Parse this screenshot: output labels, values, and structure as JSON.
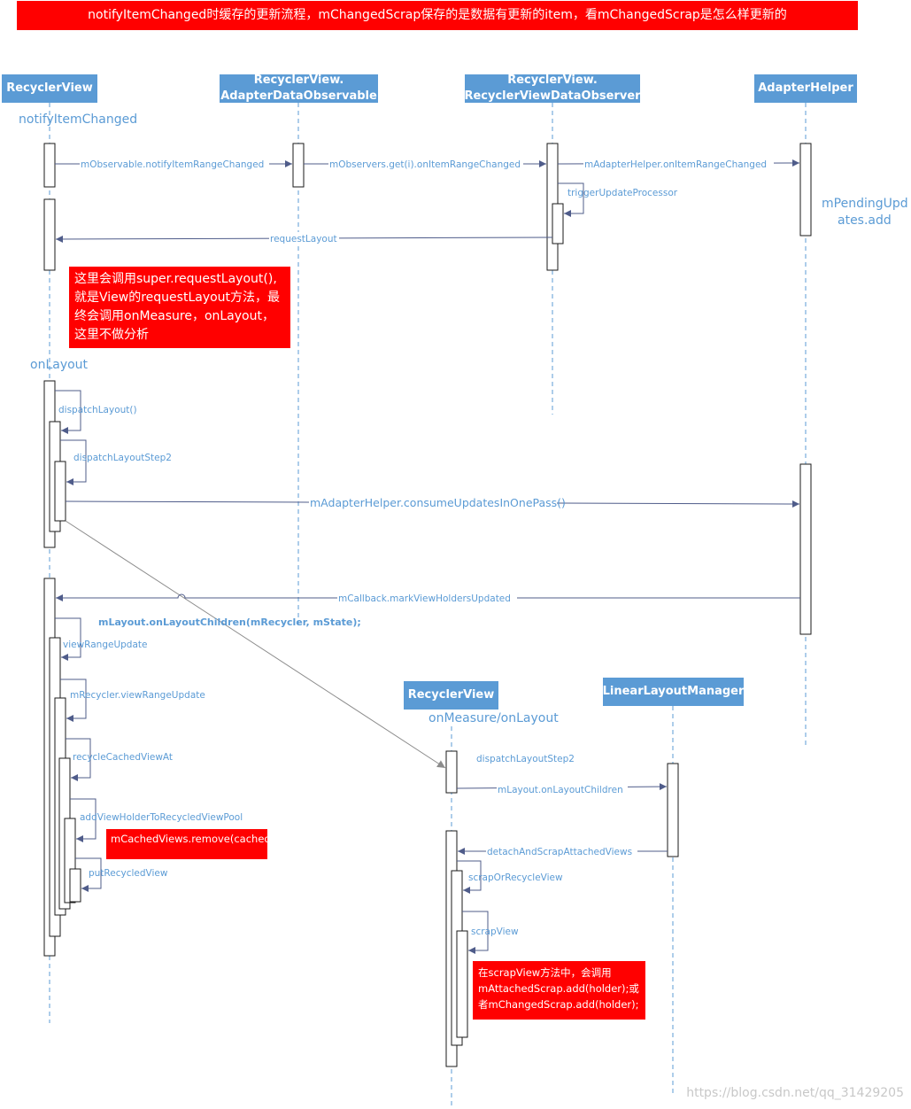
{
  "title": "notifyItemChanged时缓存的更新流程，mChangedScrap保存的是数据有更新的item，看mChangedScrap是怎么样更新的",
  "participants": {
    "recyclerview": "RecyclerView",
    "observable_line1": "RecyclerView.",
    "observable_line2": "AdapterDataObservable",
    "observer_line1": "RecyclerView.",
    "observer_line2": "RecyclerViewDataObserver",
    "adapterhelper": "AdapterHelper",
    "recyclerview2": "RecyclerView",
    "layoutmanager": "LinearLayoutManager"
  },
  "labels": {
    "notify": "notifyItemChanged",
    "onlayout": "onLayout",
    "pending_line1": "mPendingUpd",
    "pending_line2": "ates.add",
    "onmeasure": "onMeasure/onLayout"
  },
  "messages": {
    "m1": "mObservable.notifyItemRangeChanged",
    "m2": "mObservers.get(i).onItemRangeChanged",
    "m3": "mAdapterHelper.onItemRangeChanged",
    "m4": "triggerUpdateProcessor",
    "m5": "requestLayout",
    "m6": "dispatchLayout()",
    "m7": "dispatchLayoutStep2",
    "m8": "mAdapterHelper.consumeUpdatesInOnePass()",
    "m9": "mCallback.markViewHoldersUpdated",
    "m10": "mLayout.onLayoutChildren(mRecycler, mState);",
    "m11": "viewRangeUpdate",
    "m12": "mRecycler.viewRangeUpdate",
    "m13": "recycleCachedViewAt",
    "m14": "addViewHolderToRecycledViewPool",
    "m15": "putRecycledView",
    "m16": "dispatchLayoutStep2",
    "m17": "mLayout.onLayoutChildren",
    "m18": "detachAndScrapAttachedViews",
    "m19": "scrapOrRecycleView",
    "m20": "scrapView"
  },
  "notes": {
    "n1": "这里会调用super.requestLayout(),就是View的requestLayout方法，最终会调用onMeasure，onLayout，这里不做分析",
    "n2": "mCachedViews.remove(cachedViewIndex);",
    "n3": "在scrapView方法中，会调用mAttachedScrap.add(holder);或者mChangedScrap.add(holder);"
  },
  "watermark": "https://blog.csdn.net/qq_31429205",
  "colors": {
    "banner": "#ff0000",
    "header": "#5b9bd5",
    "text": "#5b9bd5",
    "arrow": "#4f5c8a",
    "lifeline": "#5b9bd5"
  }
}
